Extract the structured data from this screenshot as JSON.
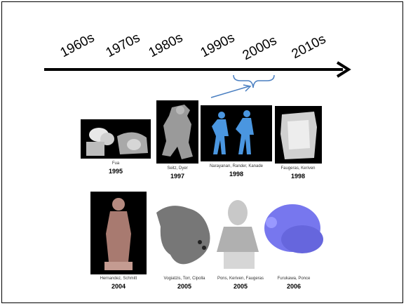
{
  "timeline": {
    "decades": [
      "1960s",
      "1970s",
      "1980s",
      "1990s",
      "2000s",
      "2010s"
    ]
  },
  "works_row1": [
    {
      "authors": "Fua",
      "year": "1995"
    },
    {
      "authors": "Seitz, Dyer",
      "year": "1997"
    },
    {
      "authors": "Narayanan, Rander, Kanade",
      "year": "1998"
    },
    {
      "authors": "Faugeras, Keriven",
      "year": "1998"
    }
  ],
  "works_row2": [
    {
      "authors": "Hernandez, Schmitt",
      "year": "2004"
    },
    {
      "authors": "Vogiatzis, Torr, Cipolla",
      "year": "2005"
    },
    {
      "authors": "Pons, Keriven, Faugeras",
      "year": "2005"
    },
    {
      "authors": "Furukawa, Ponce",
      "year": "2006"
    }
  ],
  "colors": {
    "arrow": "#000000",
    "brace": "#4a7fc1",
    "figure_blue": "#4a96e0",
    "statue": "#b58a80",
    "bunny": "#7777ee"
  }
}
